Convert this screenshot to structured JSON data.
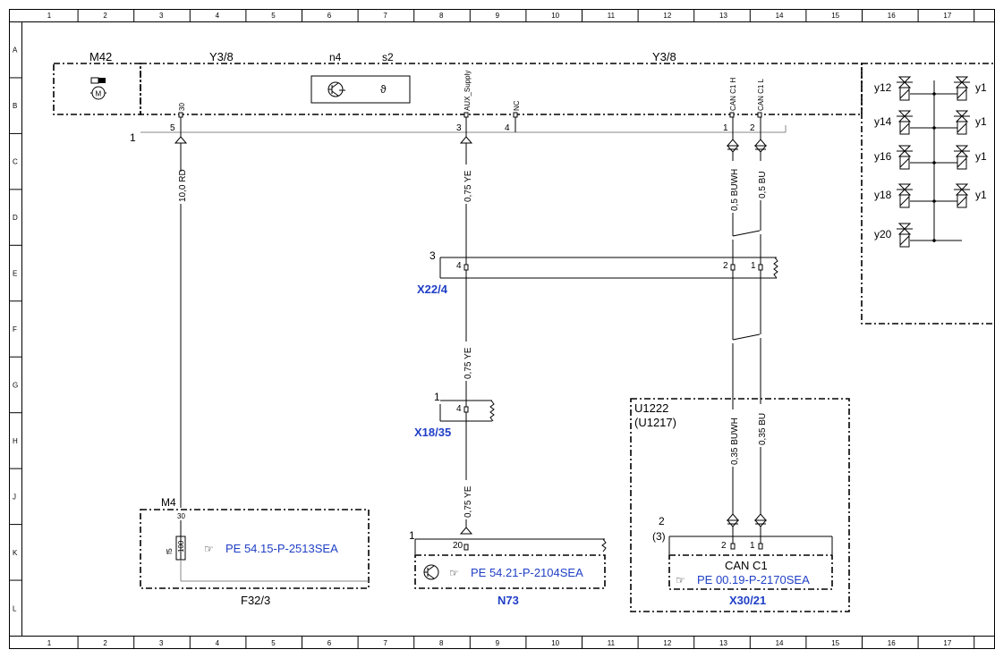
{
  "border": {
    "columns": [
      "1",
      "2",
      "3",
      "4",
      "5",
      "6",
      "7",
      "8",
      "9",
      "10",
      "11",
      "12",
      "13",
      "14",
      "15",
      "16",
      "17"
    ],
    "rows": [
      "A",
      "B",
      "C",
      "D",
      "E",
      "F",
      "G",
      "H",
      "J",
      "K",
      "L"
    ]
  },
  "components": {
    "m42": "M42",
    "y38_left": "Y3/8",
    "y38_right": "Y3/8",
    "n4": "n4",
    "s2": "s2",
    "m4": "M4",
    "f323": "F32/3",
    "n73": "N73",
    "x30_21": "X30/21",
    "u1222": "U1222",
    "u1217": "(U1217)",
    "can_c1": "CAN C1",
    "x22_4": "X22/4",
    "x18_35": "X18/35"
  },
  "valves": [
    "y12",
    "y1",
    "y14",
    "y1",
    "y16",
    "y1",
    "y18",
    "y1",
    "y20"
  ],
  "pins": {
    "p30": "30",
    "aux": "AUX_Supply",
    "nc": "NC",
    "canh": "CAN C1 H",
    "canl": "CAN C1 L",
    "n5": "5",
    "n3": "3",
    "n4": "4",
    "n1": "1",
    "n2": "2",
    "bus1": "1",
    "x22_conn": "3",
    "x22_p4": "4",
    "x22_p2": "2",
    "x22_p1": "1",
    "x18_conn": "1",
    "x18_p4": "4",
    "m4_p30": "30",
    "fuse_100": "100",
    "fuse_f": "f5",
    "n73_conn": "1",
    "n73_p20": "20",
    "x30_conn": "2",
    "x30_conn_alt": "(3)",
    "x30_p2": "2",
    "x30_p1": "1"
  },
  "wires": {
    "rd": "10,0 RD",
    "ye1": "0,75 YE",
    "ye2": "0,75 YE",
    "ye3": "0,75 YE",
    "buwh1": "0,5 BUWH",
    "bu1": "0,5 BU",
    "buwh2": "0,35 BUWH",
    "bu2": "0,35 BU"
  },
  "refs": {
    "f323": "PE 54.15-P-2513SEA",
    "n73": "PE 54.21-P-2104SEA",
    "x30": "PE 00.19-P-2170SEA"
  }
}
